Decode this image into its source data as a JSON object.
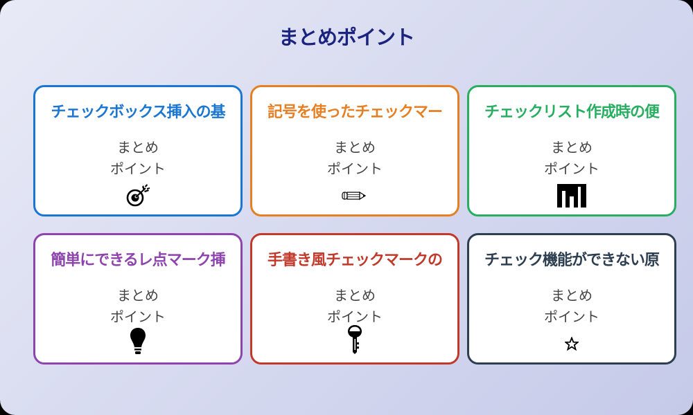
{
  "header": {
    "title": "まとめポイント"
  },
  "colors": {
    "title": "#1a237e",
    "background_start": "#e8eaf6",
    "background_end": "#c5cae9",
    "body_text": "#444444"
  },
  "cards": [
    {
      "title": "チェックボックス挿入の基",
      "line1": "まとめ",
      "line2": "ポイント",
      "icon": "target-icon",
      "color": "#1976d2"
    },
    {
      "title": "記号を使ったチェックマー",
      "line1": "まとめ",
      "line2": "ポイント",
      "icon": "pencil-icon",
      "color": "#e67e22"
    },
    {
      "title": "チェックリスト作成時の便",
      "line1": "まとめ",
      "line2": "ポイント",
      "icon": "bar-chart-icon",
      "color": "#27ae60"
    },
    {
      "title": "簡単にできるレ点マーク挿",
      "line1": "まとめ",
      "line2": "ポイント",
      "icon": "lightbulb-icon",
      "color": "#8e44ad"
    },
    {
      "title": "手書き風チェックマークの",
      "line1": "まとめ",
      "line2": "ポイント",
      "icon": "key-icon",
      "color": "#c0392b"
    },
    {
      "title": "チェック機能ができない原",
      "line1": "まとめ",
      "line2": "ポイント",
      "icon": "star-icon",
      "color": "#2c3e50"
    }
  ]
}
